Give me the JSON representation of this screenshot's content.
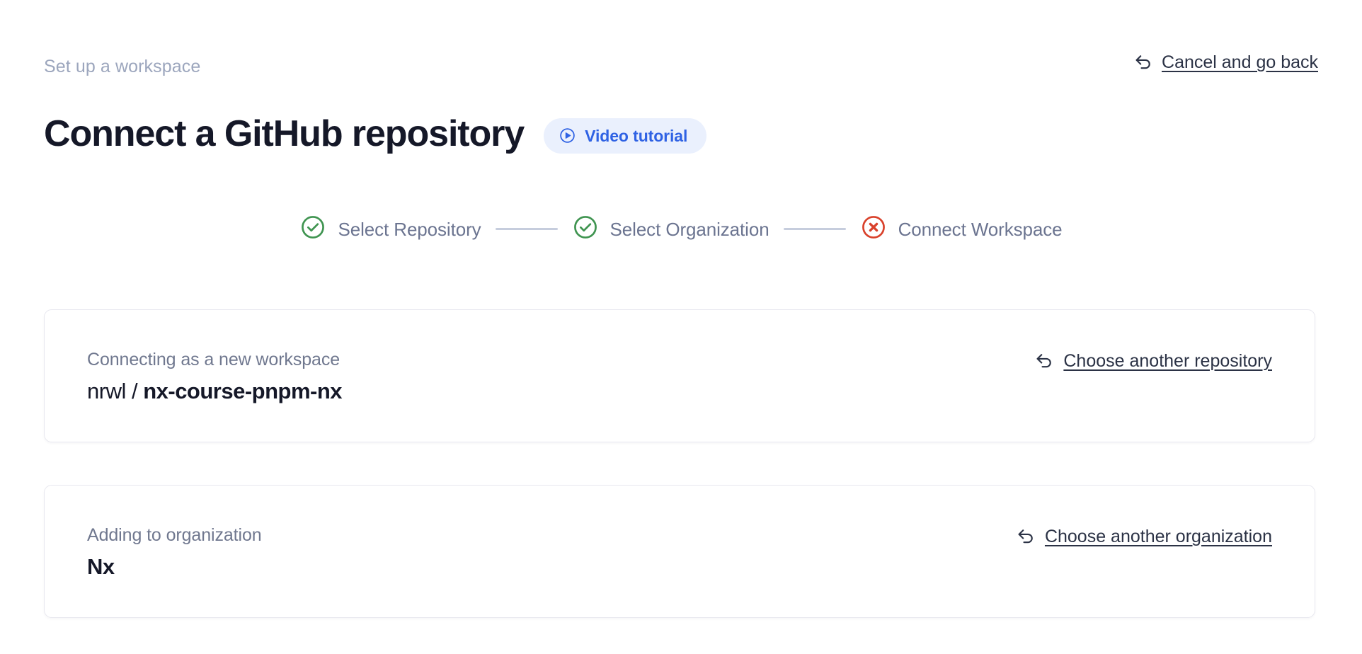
{
  "header": {
    "eyebrow": "Set up a workspace",
    "title": "Connect a GitHub repository",
    "video_badge_label": "Video tutorial",
    "video_badge_icon": "play-circle-icon",
    "cancel_label": "Cancel and go back",
    "cancel_icon": "arrow-uturn-left-icon"
  },
  "stepper": {
    "steps": [
      {
        "label": "Select Repository",
        "state": "complete",
        "icon": "check-circle-icon",
        "color": "#3f9450"
      },
      {
        "label": "Select Organization",
        "state": "complete",
        "icon": "check-circle-icon",
        "color": "#3f9450"
      },
      {
        "label": "Connect Workspace",
        "state": "error",
        "icon": "x-circle-icon",
        "color": "#d9412b"
      }
    ]
  },
  "cards": [
    {
      "caption": "Connecting as a new workspace",
      "owner": "nrwl / ",
      "name": "nx-course-pnpm-nx",
      "action_label": "Choose another repository",
      "action_icon": "arrow-uturn-left-icon"
    },
    {
      "caption": "Adding to organization",
      "owner": "",
      "name": "Nx",
      "action_label": "Choose another organization",
      "action_icon": "arrow-uturn-left-icon"
    }
  ],
  "colors": {
    "background": "#ffffff",
    "title": "#151828",
    "eyebrow": "#9ca6bd",
    "muted_text": "#70788f",
    "link": "#2b3245",
    "accent_blue": "#2f62e4",
    "badge_bg": "#eaf0fd",
    "success_green": "#3f9450",
    "error_red": "#d9412b",
    "card_border": "#e8e8ef",
    "connector": "#c6cddd"
  }
}
